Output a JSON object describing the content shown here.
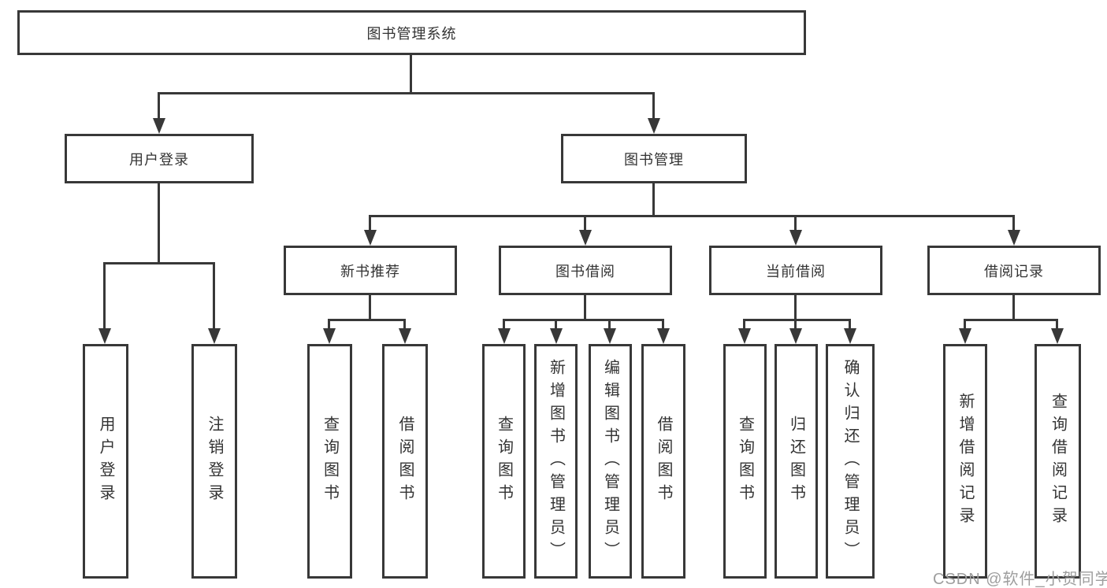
{
  "diagram": {
    "root": {
      "label": "图书管理系统"
    },
    "level1": [
      {
        "label": "用户登录"
      },
      {
        "label": "图书管理"
      }
    ],
    "level2": [
      {
        "label": "新书推荐"
      },
      {
        "label": "图书借阅"
      },
      {
        "label": "当前借阅"
      },
      {
        "label": "借阅记录"
      }
    ],
    "leaves": [
      {
        "label": "用户登录"
      },
      {
        "label": "注销登录"
      },
      {
        "label": "查询图书"
      },
      {
        "label": "借阅图书"
      },
      {
        "label": "查询图书"
      },
      {
        "label": "新增图书（管理员）"
      },
      {
        "label": "编辑图书（管理员）"
      },
      {
        "label": "借阅图书"
      },
      {
        "label": "查询图书"
      },
      {
        "label": "归还图书"
      },
      {
        "label": "确认归还（管理员）"
      },
      {
        "label": "新增借阅记录"
      },
      {
        "label": "查询借阅记录"
      }
    ]
  },
  "watermark": {
    "text": "CSDN @软件_小贺同学"
  },
  "colors": {
    "line": "#383838",
    "text": "#333333",
    "watermark": "#9e9e9e",
    "background": "#ffffff"
  }
}
